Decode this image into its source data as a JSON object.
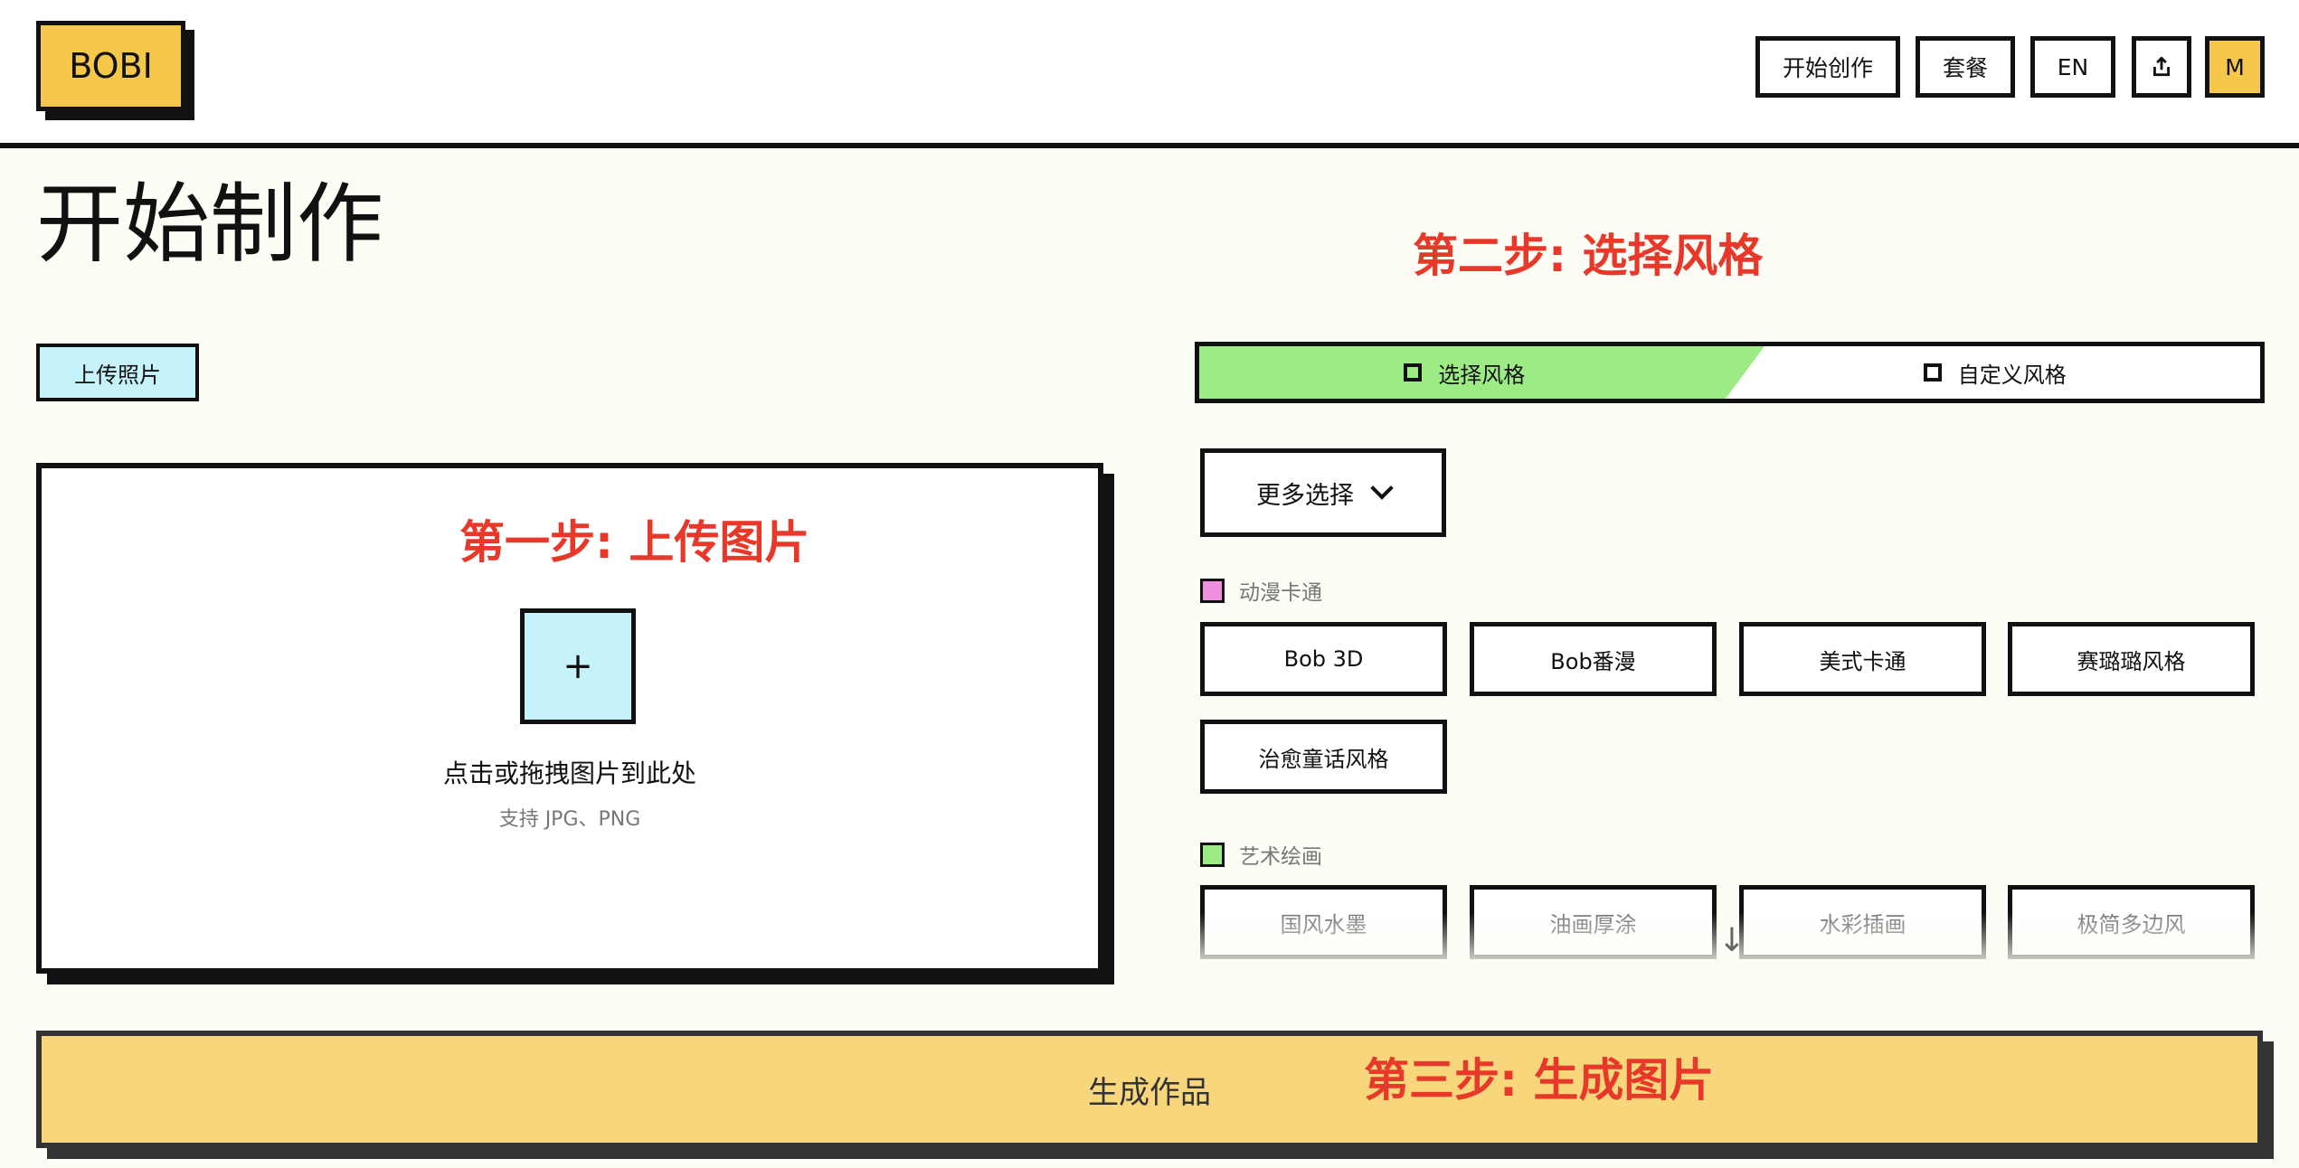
{
  "app": {
    "logo": "BOBI"
  },
  "nav": {
    "start_label": "开始创作",
    "plan_label": "套餐",
    "lang_label": "EN",
    "share_icon": "share-icon",
    "user_initial": "M"
  },
  "page": {
    "title": "开始制作"
  },
  "annotations": {
    "step1": "第一步: 上传图片",
    "step2": "第二步: 选择风格",
    "step3": "第三步: 生成图片"
  },
  "upload": {
    "tab_label": "上传照片",
    "plus": "+",
    "hint": "点击或拖拽图片到此处",
    "formats": "支持 JPG、PNG"
  },
  "styles": {
    "tabs": [
      {
        "label": "选择风格",
        "active": true
      },
      {
        "label": "自定义风格",
        "active": false
      }
    ],
    "more_label": "更多选择",
    "categories": [
      {
        "name": "动漫卡通",
        "color": "#f08fe0",
        "items": [
          "Bob 3D",
          "Bob番漫",
          "美式卡通",
          "赛璐璐风格",
          "治愈童话风格"
        ]
      },
      {
        "name": "艺术绘画",
        "color": "#9ceb85",
        "items": [
          "国风水墨",
          "油画厚涂",
          "水彩插画",
          "极简多边风"
        ]
      }
    ]
  },
  "generate": {
    "label": "生成作品"
  },
  "colors": {
    "accent_yellow": "#f5c84b",
    "upload_cyan": "#c6f3fb",
    "active_green": "#9ceb85",
    "annotation_red": "#e8382a",
    "generate_yellow": "#f7d67c"
  }
}
